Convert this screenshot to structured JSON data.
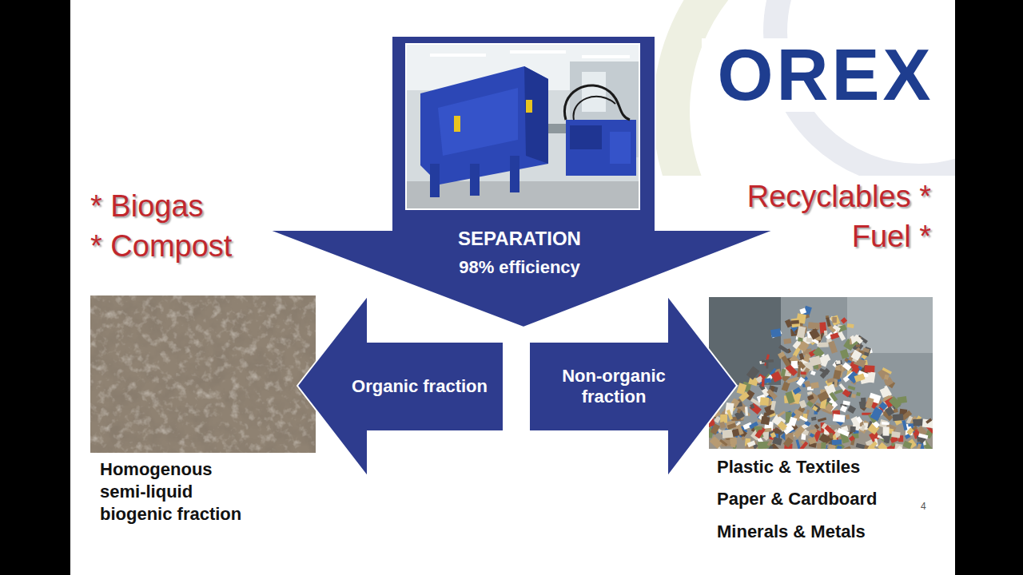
{
  "diagram": {
    "nodes": [
      {
        "text": [
          "SEPARATION",
          "98% efficiency"
        ]
      },
      {
        "text": [
          "Organic fraction"
        ]
      },
      {
        "text": [
          "Non-organic fraction"
        ]
      },
      {
        "text": [
          "Homogenous semi-liquid biogenic fraction"
        ]
      },
      {
        "text": [
          "Plastic & Textiles",
          "Paper & Cardboard",
          "Minerals & Metals"
        ]
      }
    ],
    "labels": [
      "OREX",
      "* Biogas",
      "* Compost",
      "Recyclables *",
      "Fuel *",
      "4"
    ]
  }
}
